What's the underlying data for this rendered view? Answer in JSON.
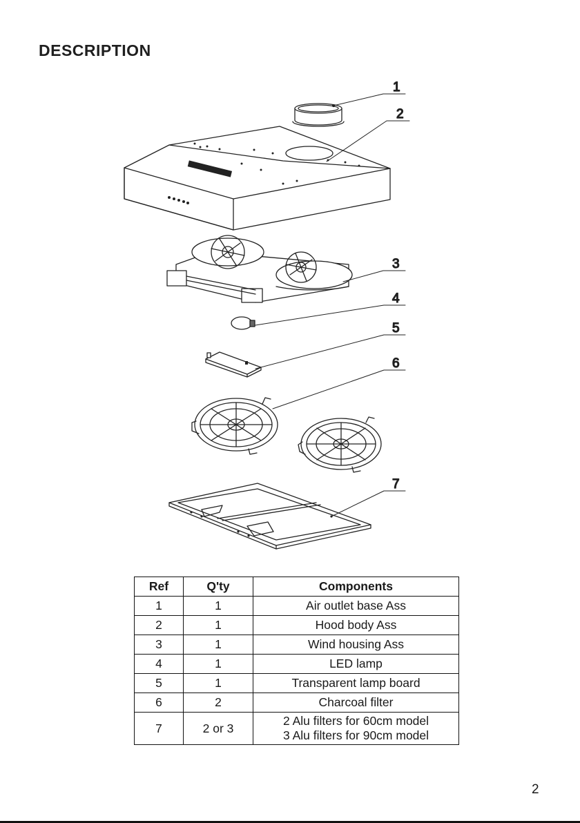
{
  "page": {
    "title": "DESCRIPTION",
    "page_number": "2"
  },
  "diagram": {
    "callouts": [
      "1",
      "2",
      "3",
      "4",
      "5",
      "6",
      "7"
    ]
  },
  "parts_table": {
    "headers": {
      "ref": "Ref",
      "qty": "Q'ty",
      "components": "Components"
    },
    "rows": [
      {
        "ref": "1",
        "qty": "1",
        "component": "Air outlet base Ass"
      },
      {
        "ref": "2",
        "qty": "1",
        "component": "Hood body Ass"
      },
      {
        "ref": "3",
        "qty": "1",
        "component": "Wind housing Ass"
      },
      {
        "ref": "4",
        "qty": "1",
        "component": "LED lamp"
      },
      {
        "ref": "5",
        "qty": "1",
        "component": "Transparent lamp board"
      },
      {
        "ref": "6",
        "qty": "2",
        "component": "Charcoal filter"
      },
      {
        "ref": "7",
        "qty": "2 or 3",
        "component_lines": [
          "2 Alu filters for 60cm model",
          "3 Alu filters for 90cm model"
        ]
      }
    ]
  }
}
